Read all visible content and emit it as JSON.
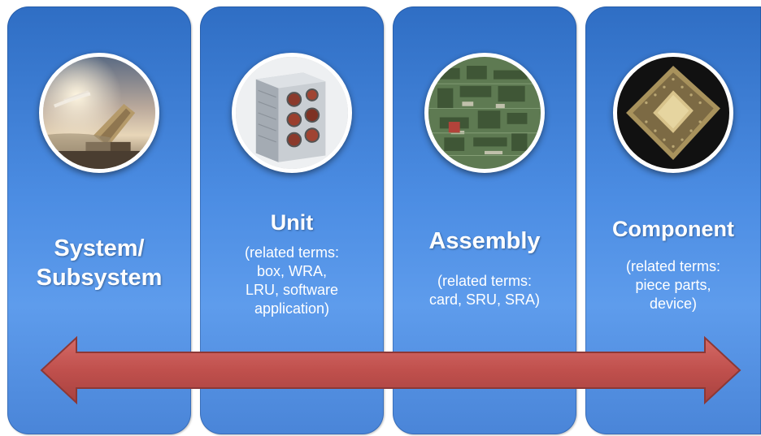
{
  "columns": [
    {
      "id": "system",
      "title_lines": [
        "System/",
        "Subsystem"
      ],
      "terms_lines": [],
      "image": "missile-launcher-photo"
    },
    {
      "id": "unit",
      "title_lines": [
        "Unit"
      ],
      "terms_lines": [
        "(related terms:",
        "box, WRA,",
        "LRU, software",
        "application)"
      ],
      "image": "electronics-box-photo"
    },
    {
      "id": "assembly",
      "title_lines": [
        "Assembly"
      ],
      "terms_lines": [
        "(related terms:",
        "card, SRU, SRA)"
      ],
      "image": "circuit-card-photo"
    },
    {
      "id": "component",
      "title_lines": [
        "Component"
      ],
      "terms_lines": [
        "(related terms:",
        "piece parts,",
        "device)"
      ],
      "image": "processor-chip-photo"
    }
  ],
  "arrow": {
    "direction": "bidirectional",
    "fill_color": "#c0504d",
    "stroke_color": "#8c3836"
  },
  "colors": {
    "panel_top": "#2f6ec4",
    "panel_mid": "#5e9cec",
    "text": "#ffffff"
  }
}
